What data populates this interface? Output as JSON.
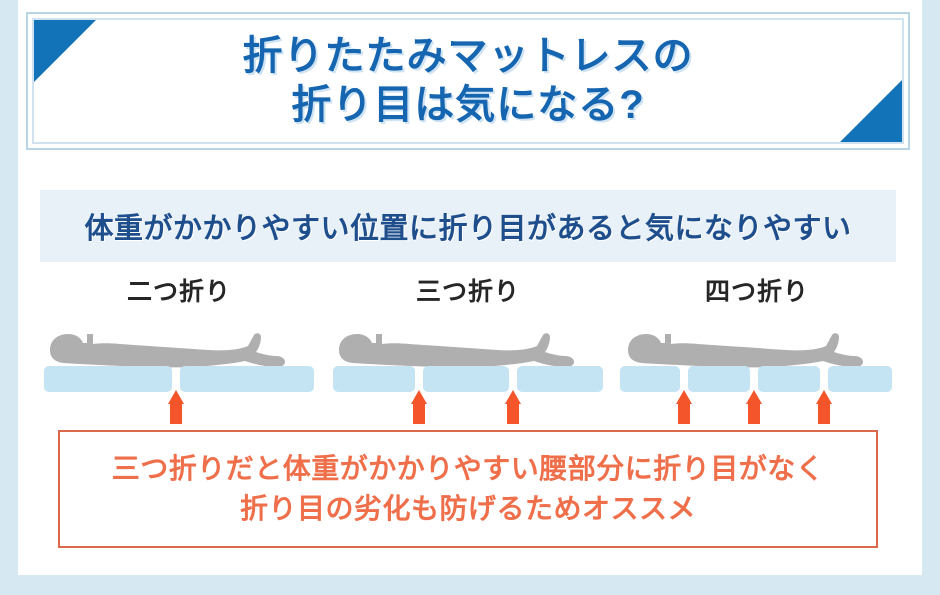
{
  "header": {
    "title": "折りたたみマットレスの\n折り目は気になる?",
    "accent_color": "#1273b8",
    "title_color": "#1565b0"
  },
  "subtitle": {
    "text": "体重がかかりやすい位置に折り目があると気になりやすい",
    "band_color": "#e8f1f8",
    "text_color": "#1f4e8c"
  },
  "diagrams": {
    "mattress_color": "#c5e4f3",
    "body_color": "#afafaf",
    "arrow_color": "#f4552b",
    "items": [
      {
        "label": "二つ折り",
        "folds": 1,
        "segments": 2
      },
      {
        "label": "三つ折り",
        "folds": 2,
        "segments": 3
      },
      {
        "label": "四つ折り",
        "folds": 3,
        "segments": 4
      }
    ]
  },
  "recommendation": {
    "text": "三つ折りだと体重がかかりやすい腰部分に折り目がなく\n折り目の劣化も防げるためオススメ",
    "text_color": "#ef6f4b",
    "border_color": "#d9694a"
  }
}
